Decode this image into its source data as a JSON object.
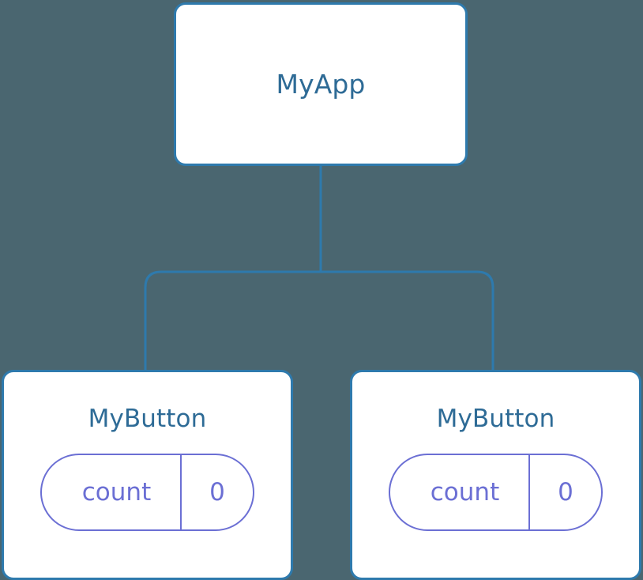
{
  "diagram": {
    "type": "component-tree",
    "background_color": "#4a6670",
    "node_border_color": "#2e7aad",
    "node_fill_color": "#ffffff",
    "node_title_color": "#2e6b96",
    "edge_color": "#2e7aad",
    "badge_color": "#6b6fd4",
    "root": {
      "label": "MyApp"
    },
    "children": [
      {
        "label": "MyButton",
        "state": {
          "key": "count",
          "value": "0"
        }
      },
      {
        "label": "MyButton",
        "state": {
          "key": "count",
          "value": "0"
        }
      }
    ]
  }
}
